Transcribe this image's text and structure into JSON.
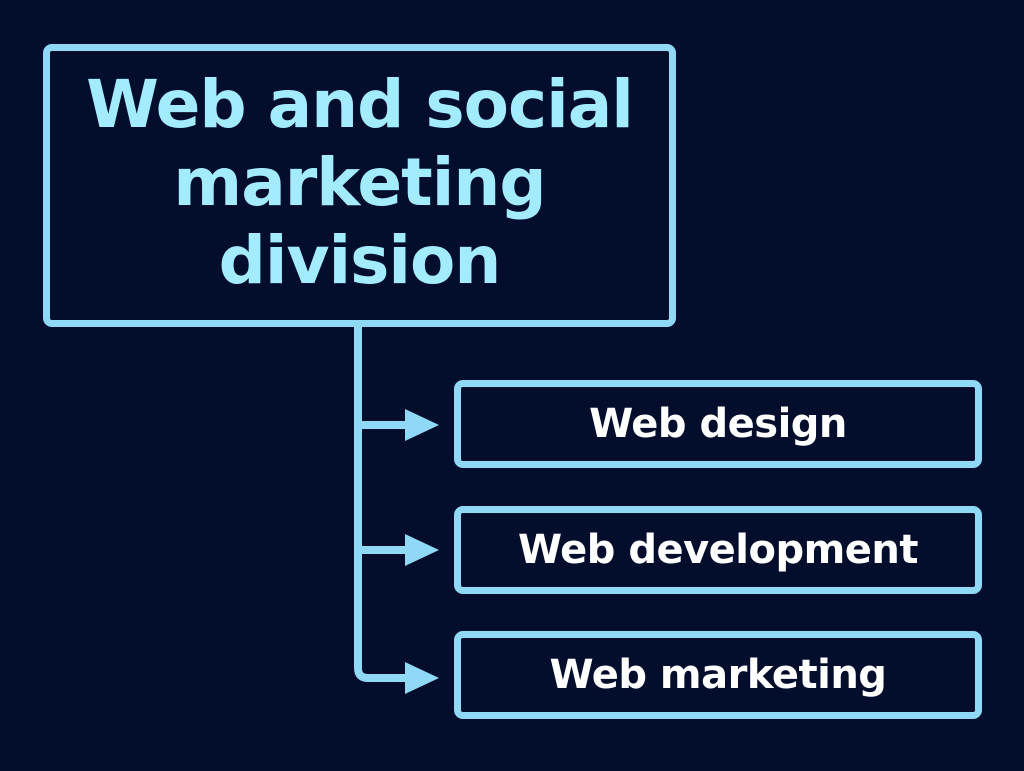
{
  "colors": {
    "background": "#030d2c",
    "border": "#8fd9f7",
    "root_text": "#a3ebff",
    "child_text": "#ffffff"
  },
  "root": {
    "title_lines": [
      "Web and social",
      "marketing",
      "division"
    ]
  },
  "children": [
    {
      "label": "Web design"
    },
    {
      "label": "Web development"
    },
    {
      "label": "Web marketing"
    }
  ]
}
